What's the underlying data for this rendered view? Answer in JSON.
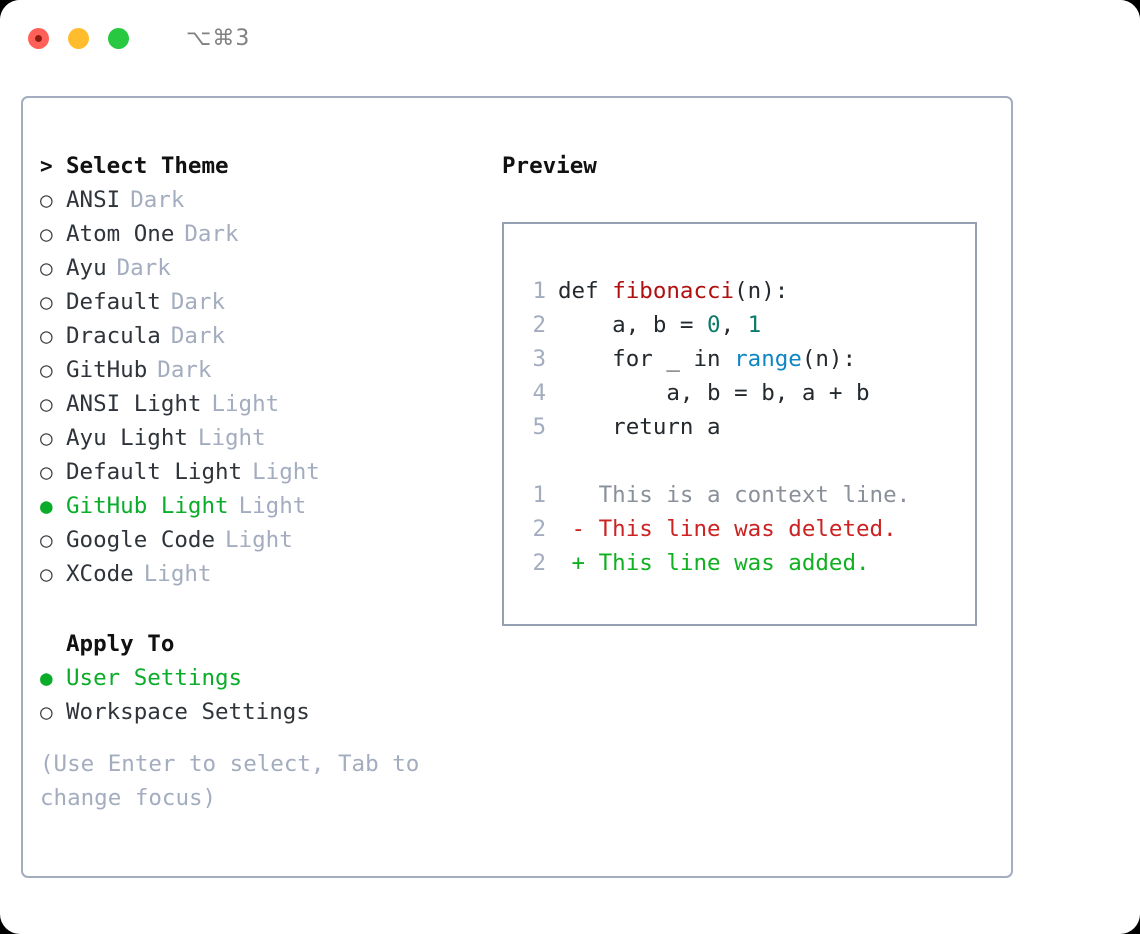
{
  "titlebar": {
    "shortcut_label": "⌥⌘3",
    "buttons": [
      {
        "name": "close",
        "color": "#ff6159"
      },
      {
        "name": "minimize",
        "color": "#ffbd2e"
      },
      {
        "name": "maximize",
        "color": "#28c840"
      }
    ]
  },
  "colors": {
    "accent_green": "#0aac2a",
    "border": "#a3adbf",
    "muted": "#a3adbf",
    "text": "#2f343a",
    "syntax_function": "#b01010",
    "syntax_number": "#0b7a6a",
    "syntax_call": "#0f86c4",
    "diff_added": "#10b020",
    "diff_removed": "#cc2222"
  },
  "theme_section": {
    "prompt": ">",
    "title": "Select Theme",
    "marker_unselected": "○",
    "marker_selected": "●",
    "items": [
      {
        "label": "ANSI",
        "variant": "Dark",
        "selected": false
      },
      {
        "label": "Atom One",
        "variant": "Dark",
        "selected": false
      },
      {
        "label": "Ayu",
        "variant": "Dark",
        "selected": false
      },
      {
        "label": "Default",
        "variant": "Dark",
        "selected": false
      },
      {
        "label": "Dracula",
        "variant": "Dark",
        "selected": false
      },
      {
        "label": "GitHub",
        "variant": "Dark",
        "selected": false
      },
      {
        "label": "ANSI Light",
        "variant": "Light",
        "selected": false
      },
      {
        "label": "Ayu Light",
        "variant": "Light",
        "selected": false
      },
      {
        "label": "Default Light",
        "variant": "Light",
        "selected": false
      },
      {
        "label": "GitHub Light",
        "variant": "Light",
        "selected": true
      },
      {
        "label": "Google Code",
        "variant": "Light",
        "selected": false
      },
      {
        "label": "XCode",
        "variant": "Light",
        "selected": false
      }
    ]
  },
  "apply_section": {
    "title": "Apply To",
    "items": [
      {
        "label": "User Settings",
        "selected": true
      },
      {
        "label": "Workspace Settings",
        "selected": false
      }
    ]
  },
  "hint": "(Use Enter to select, Tab to change focus)",
  "preview": {
    "title": "Preview",
    "code_lines": [
      {
        "no": "1",
        "parts": [
          {
            "t": "def ",
            "c": "plain"
          },
          {
            "t": "fibonacci",
            "c": "fn"
          },
          {
            "t": "(n):",
            "c": "plain"
          }
        ]
      },
      {
        "no": "2",
        "parts": [
          {
            "t": "    a, b = ",
            "c": "plain"
          },
          {
            "t": "0",
            "c": "num"
          },
          {
            "t": ", ",
            "c": "plain"
          },
          {
            "t": "1",
            "c": "num"
          }
        ]
      },
      {
        "no": "3",
        "parts": [
          {
            "t": "    for _ in ",
            "c": "plain"
          },
          {
            "t": "range",
            "c": "call"
          },
          {
            "t": "(n):",
            "c": "plain"
          }
        ]
      },
      {
        "no": "4",
        "parts": [
          {
            "t": "        a, b = b, a + b",
            "c": "plain"
          }
        ]
      },
      {
        "no": "5",
        "parts": [
          {
            "t": "    return a",
            "c": "plain"
          }
        ]
      }
    ],
    "diff_lines": [
      {
        "no": "1",
        "sign": " ",
        "text": "This is a context line.",
        "kind": "context"
      },
      {
        "no": "2",
        "sign": "-",
        "text": "This line was deleted.",
        "kind": "del"
      },
      {
        "no": "2",
        "sign": "+",
        "text": "This line was added.",
        "kind": "add"
      }
    ]
  }
}
